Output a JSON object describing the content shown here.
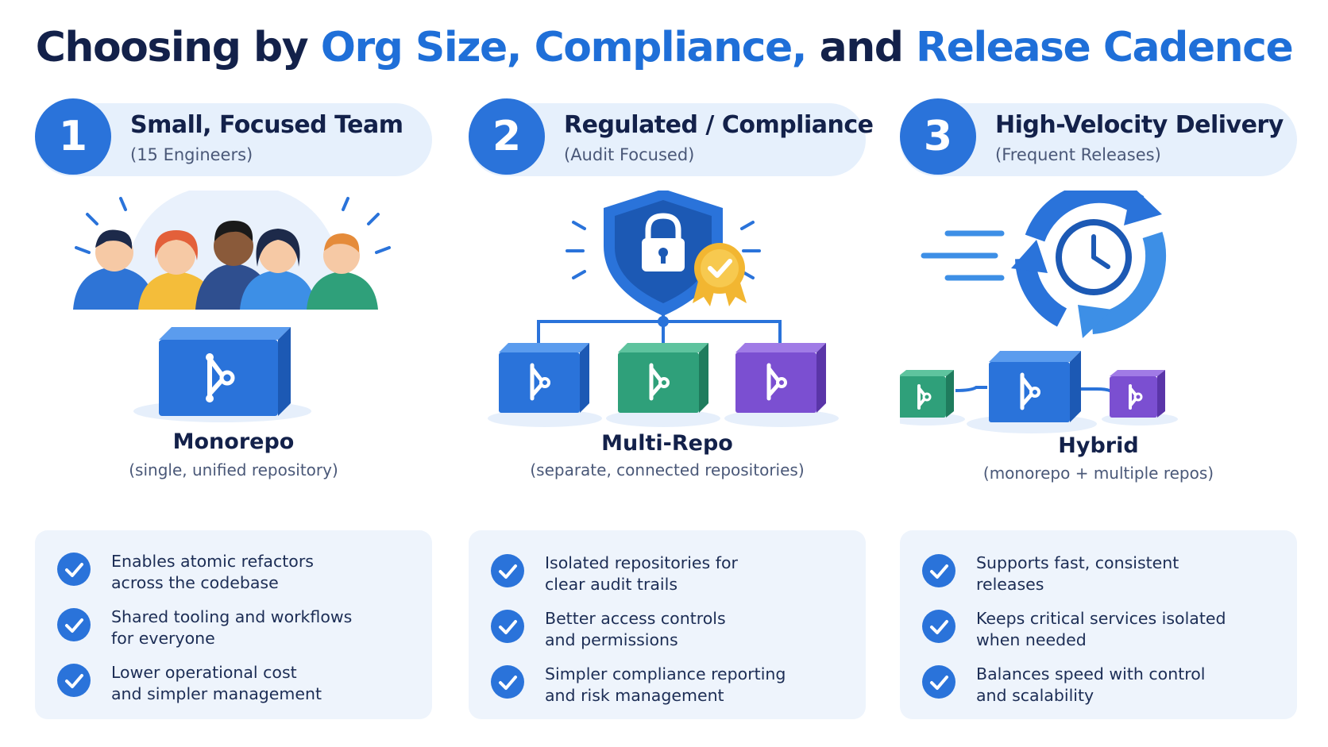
{
  "title": {
    "part1": "Choosing by ",
    "part2": "Org Size, Compliance,",
    "part3": " and ",
    "part4": "Release Cadence"
  },
  "colors": {
    "accent": "#2a73da",
    "title_dark": "#13214a",
    "panel": "#eef4fc",
    "green": "#2fa07a",
    "purple": "#7b4fd1",
    "gold": "#f2b631"
  },
  "columns": [
    {
      "number": "1",
      "title": "Small, Focused Team",
      "subtitle": "(15 Engineers)",
      "illustration": "team-icon",
      "repo_name": "Monorepo",
      "repo_desc": "(single, unified repository)",
      "benefits": [
        "Enables atomic refactors\nacross the codebase",
        "Shared tooling and workflows\nfor everyone",
        "Lower operational cost\nand simpler management"
      ]
    },
    {
      "number": "2",
      "title": "Regulated / Compliance",
      "subtitle": "(Audit Focused)",
      "illustration": "shield-lock-icon",
      "repo_name": "Multi-Repo",
      "repo_desc": "(separate, connected repositories)",
      "benefits": [
        "Isolated repositories for\nclear audit trails",
        "Better access controls\nand permissions",
        "Simpler compliance reporting\nand risk management"
      ]
    },
    {
      "number": "3",
      "title": "High-Velocity Delivery",
      "subtitle": "(Frequent Releases)",
      "illustration": "cycle-clock-icon",
      "repo_name": "Hybrid",
      "repo_desc": "(monorepo + multiple repos)",
      "benefits": [
        "Supports fast, consistent\nreleases",
        "Keeps critical services isolated\nwhen needed",
        "Balances speed with control\nand scalability"
      ]
    }
  ]
}
